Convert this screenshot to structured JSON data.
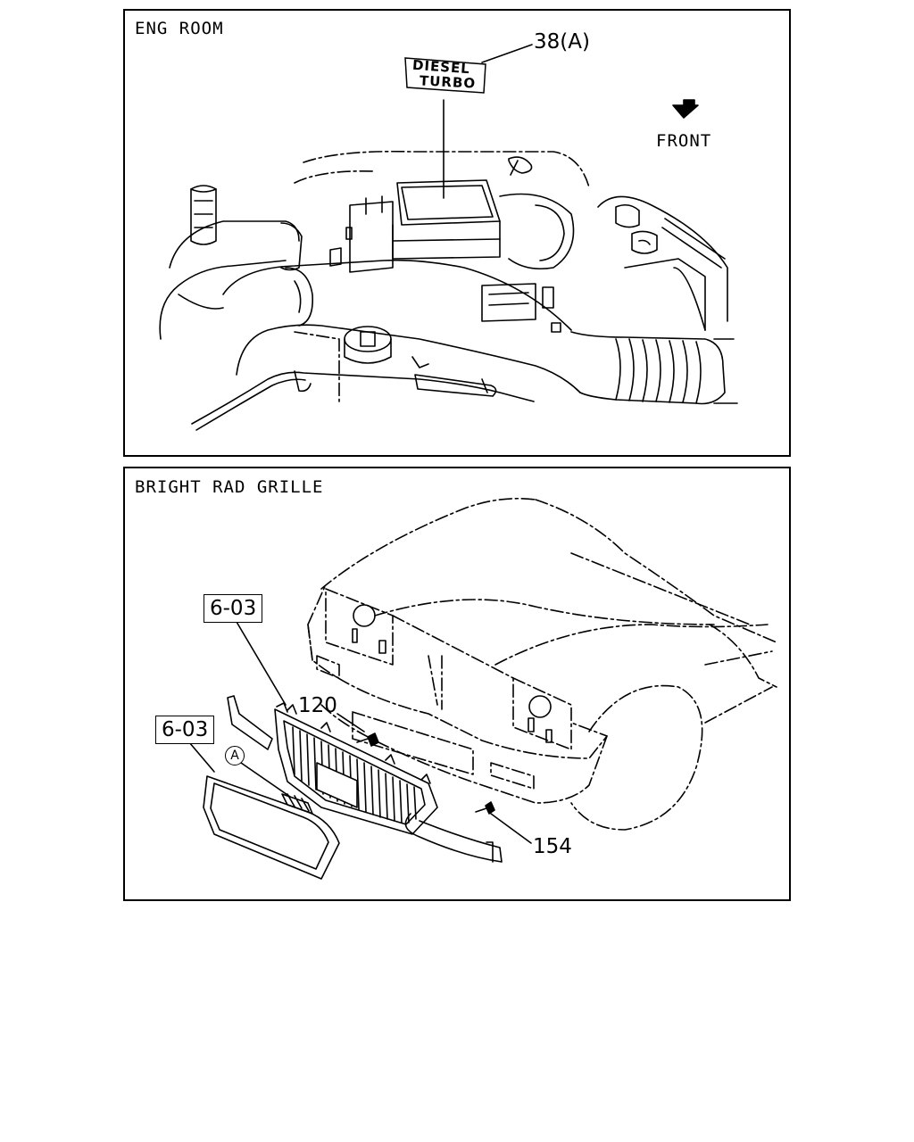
{
  "panels": {
    "eng_room": {
      "title": "ENG ROOM",
      "callout": "38(A)",
      "direction": "FRONT",
      "emblem": {
        "line1": "DIESEL",
        "line2": "TURBO"
      }
    },
    "grille": {
      "title": "BRIGHT RAD GRILLE",
      "ref_upper": "6-03",
      "ref_lower": "6-03",
      "part_a": "120",
      "part_b": "154",
      "marker": "A"
    }
  },
  "colors": {
    "line": "#000000",
    "background": "#ffffff"
  }
}
